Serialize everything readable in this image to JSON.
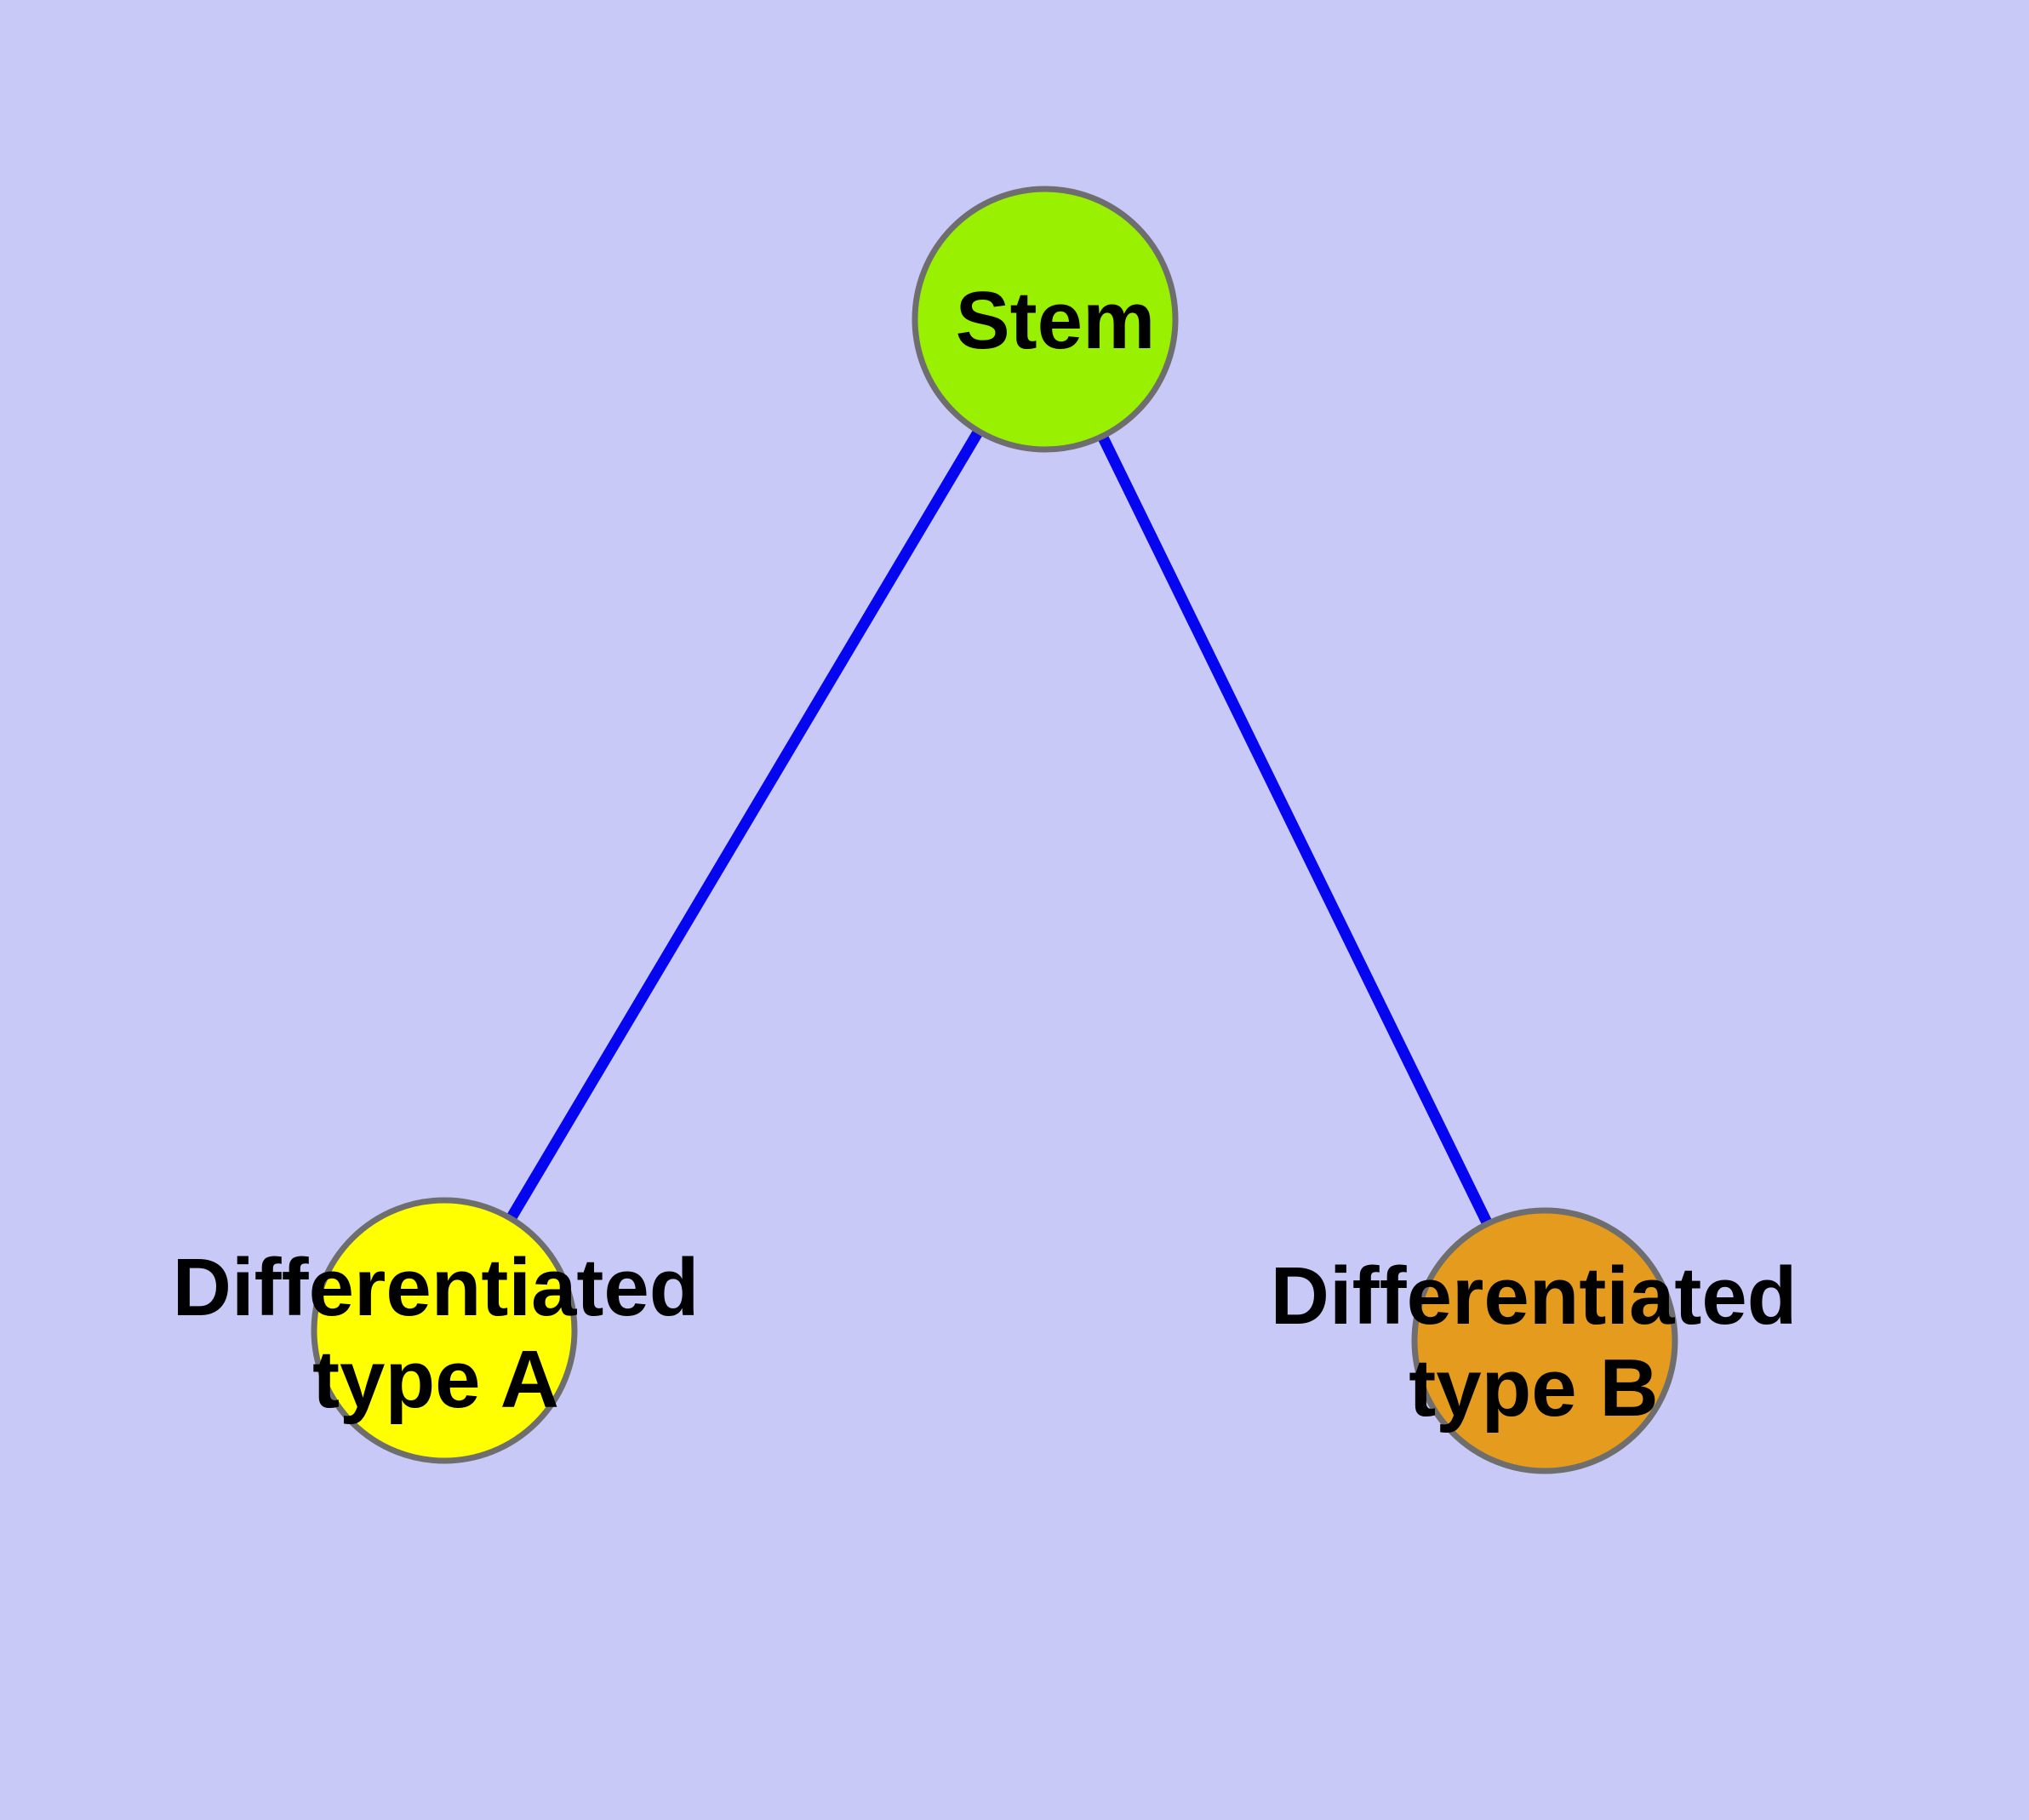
{
  "diagram": {
    "background_color": "#c9c9f8",
    "edge_color": "#0505f0",
    "node_border_color": "#6e6e6e",
    "nodes": [
      {
        "id": "stem",
        "label": "Stem",
        "lines": [
          "Stem"
        ],
        "fill": "#99f000"
      },
      {
        "id": "differentiated-type-a",
        "label": "Differentiated type A",
        "lines": [
          "Differentiated",
          "type A"
        ],
        "fill": "#ffff00"
      },
      {
        "id": "differentiated-type-b",
        "label": "Differentiated type B",
        "lines": [
          "Differentiated",
          "type B"
        ],
        "fill": "#e49b1e"
      }
    ],
    "edges": [
      {
        "from": "stem",
        "to": "differentiated-type-a"
      },
      {
        "from": "stem",
        "to": "differentiated-type-b"
      }
    ]
  }
}
